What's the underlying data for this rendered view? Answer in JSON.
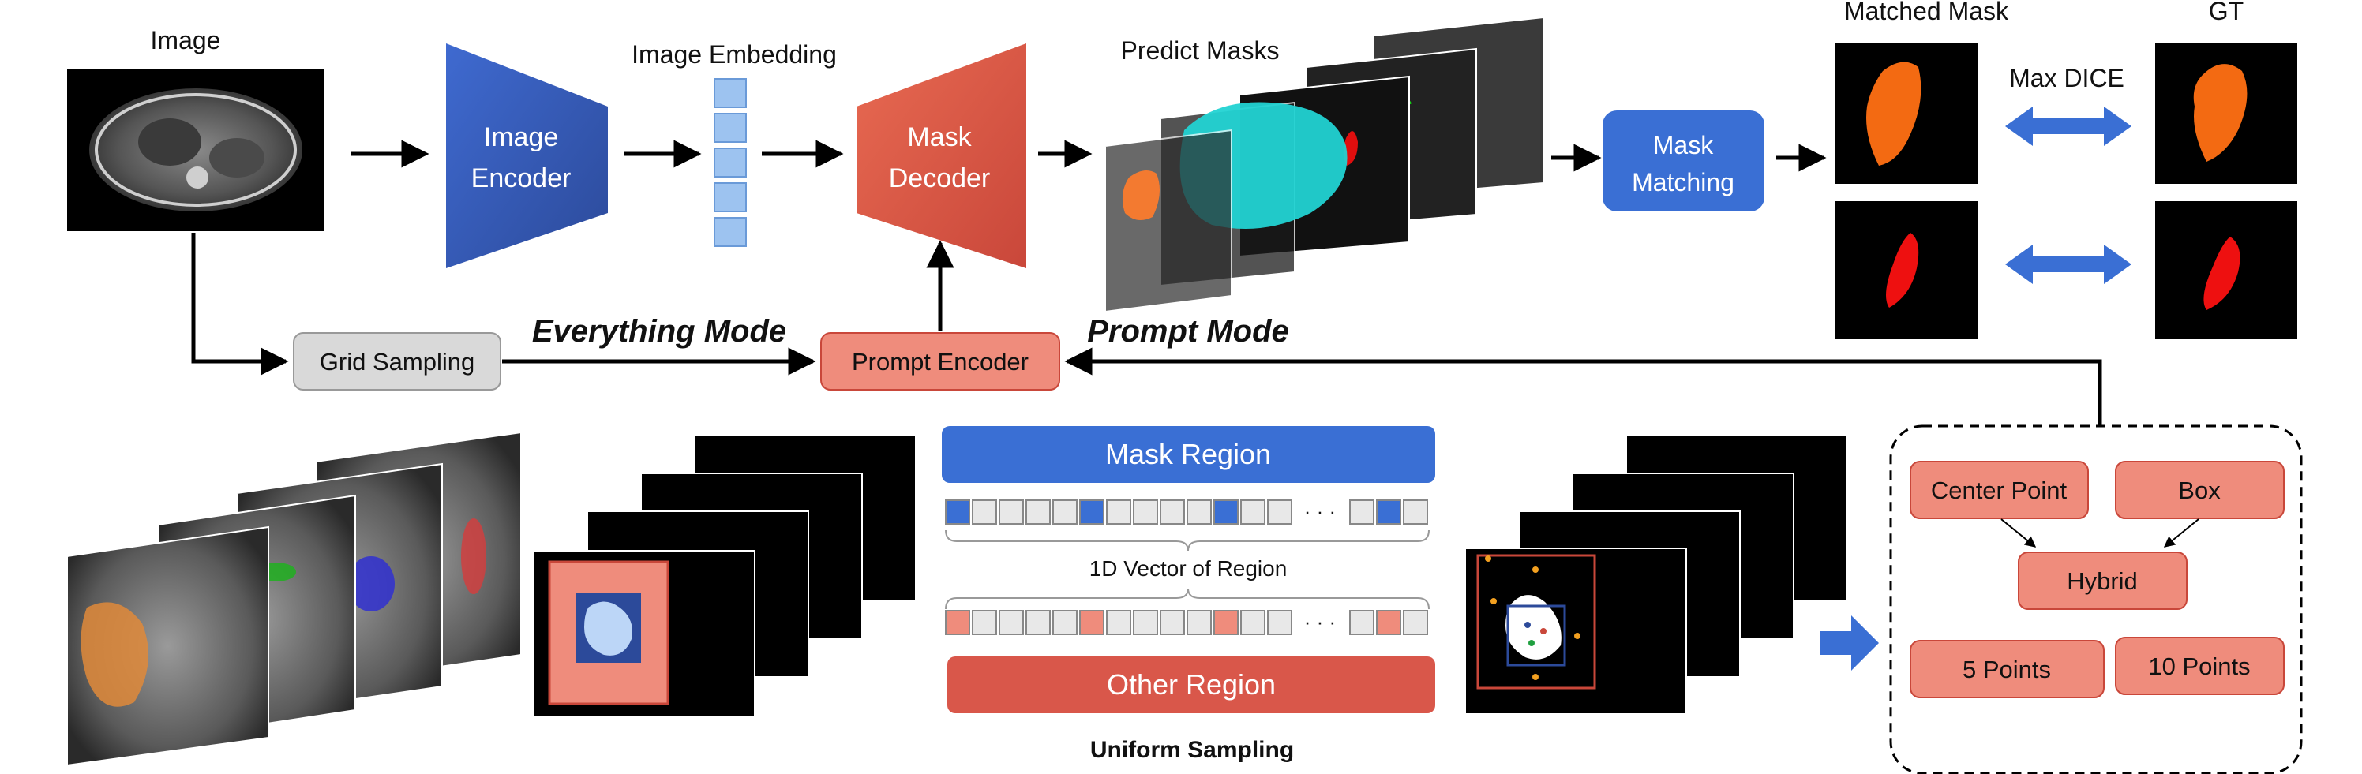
{
  "pipeline": {
    "image_label": "Image",
    "image_encoder_label": [
      "Image",
      "Encoder"
    ],
    "embedding_label": "Image Embedding",
    "mask_decoder_label": [
      "Mask",
      "Decoder"
    ],
    "predict_masks_label": "Predict Masks",
    "mask_matching_label": [
      "Mask",
      "Matching"
    ],
    "matched_mask_label": "Matched Mask",
    "gt_label": "GT",
    "max_dice_label": "Max DICE",
    "grid_sampling_label": "Grid Sampling",
    "everything_mode_label": "Everything Mode",
    "prompt_encoder_label": "Prompt Encoder",
    "prompt_mode_label": "Prompt Mode"
  },
  "sampling": {
    "mask_region_label": "Mask Region",
    "vector_label": "1D Vector of Region",
    "other_region_label": "Other Region",
    "uniform_sampling_label": "Uniform Sampling",
    "ellipsis": "· · ·"
  },
  "prompts": {
    "center_point": "Center Point",
    "box": "Box",
    "hybrid": "Hybrid",
    "five_points": "5 Points",
    "ten_points": "10 Points"
  },
  "colors": {
    "encoder_blue": "#3a63c4",
    "decoder_red": "#e0604a",
    "matching_blue": "#3a6fd4",
    "prompt_salmon": "#ef8c7c",
    "grid_gray": "#d9d9d9",
    "mask_orange": "#f36a12",
    "mask_red": "#ee1010",
    "cyan": "#22d3d3"
  }
}
